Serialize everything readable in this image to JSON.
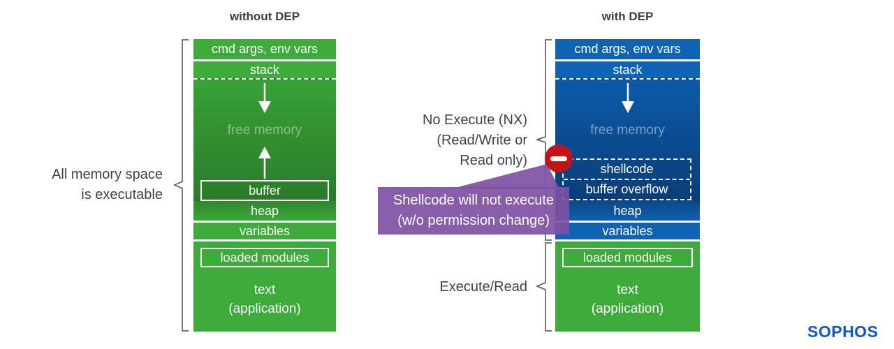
{
  "titles": {
    "left": "without DEP",
    "right": "with DEP"
  },
  "left": {
    "label_line1": "All memory space",
    "label_line2": "is executable",
    "sections": {
      "cmd": "cmd args, env vars",
      "stack": "stack",
      "free": "free memory",
      "buffer": "buffer",
      "heap": "heap",
      "variables": "variables",
      "modules": "loaded modules",
      "text1": "text",
      "text2": "(application)"
    }
  },
  "right": {
    "nx_line1": "No Execute (NX)",
    "nx_line2": "(Read/Write or",
    "nx_line3": "Read only)",
    "exec_label": "Execute/Read",
    "callout_line1": "Shellcode will not execute",
    "callout_line2": "(w/o permission change)",
    "sections": {
      "cmd": "cmd args, env vars",
      "stack": "stack",
      "free": "free memory",
      "shellcode": "shellcode",
      "overflow": "buffer overflow",
      "heap": "heap",
      "variables": "variables",
      "modules": "loaded modules",
      "text1": "text",
      "text2": "(application)"
    }
  },
  "logo": "SOPHOS",
  "colors": {
    "green": "#3cab39",
    "green_dark": "#2a7b28",
    "blue": "#0e63b5",
    "blue_dark": "#093e78",
    "purple": "#7e50a4",
    "red": "#c41318",
    "label_text": "#3d434b",
    "logo_blue": "#0c58d3"
  }
}
